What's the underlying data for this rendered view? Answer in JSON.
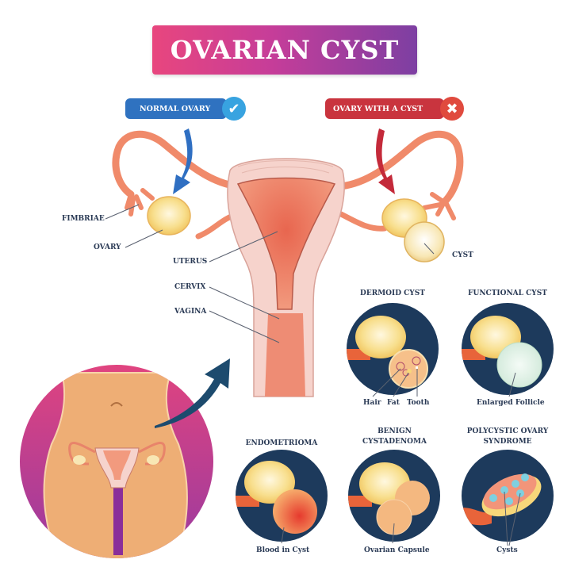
{
  "title": "OVARIAN CYST",
  "tags": {
    "normal": {
      "label": "NORMAL OVARY",
      "icon": "check-icon",
      "glyph": "✔",
      "color": "#2f72c0"
    },
    "cyst": {
      "label": "OVARY WITH A CYST",
      "icon": "x-icon",
      "glyph": "✖",
      "color": "#c9343e"
    }
  },
  "anatomy_labels": {
    "fimbriae": "FIMBRIAE",
    "ovary": "OVARY",
    "uterus": "UTERUS",
    "cervix": "CERVIX",
    "vagina": "VAGINA",
    "cyst": "CYST"
  },
  "cyst_types": [
    {
      "name": "DERMOID CYST",
      "name_line2": "",
      "callouts": [
        "Hair",
        "Fat",
        "Tooth"
      ]
    },
    {
      "name": "FUNCTIONAL CYST",
      "name_line2": "",
      "callouts": [
        "Enlarged Follicle"
      ]
    },
    {
      "name": "ENDOMETRIOMA",
      "name_line2": "",
      "callouts": [
        "Blood in Cyst"
      ]
    },
    {
      "name": "BENIGN",
      "name_line2": "CYSTADENOMA",
      "callouts": [
        "Ovarian Capsule"
      ]
    },
    {
      "name": "POLYCYSTIC OVARY",
      "name_line2": "SYNDROME",
      "callouts": [
        "Cysts"
      ]
    }
  ],
  "colors": {
    "navy": "#1d3a5c",
    "tissue": "#f08a6a",
    "uterus_pink": "#f6d3cc",
    "ovary_yellow": "#f7d77a",
    "skin": "#eeae75",
    "magenta": "#c0368f"
  }
}
